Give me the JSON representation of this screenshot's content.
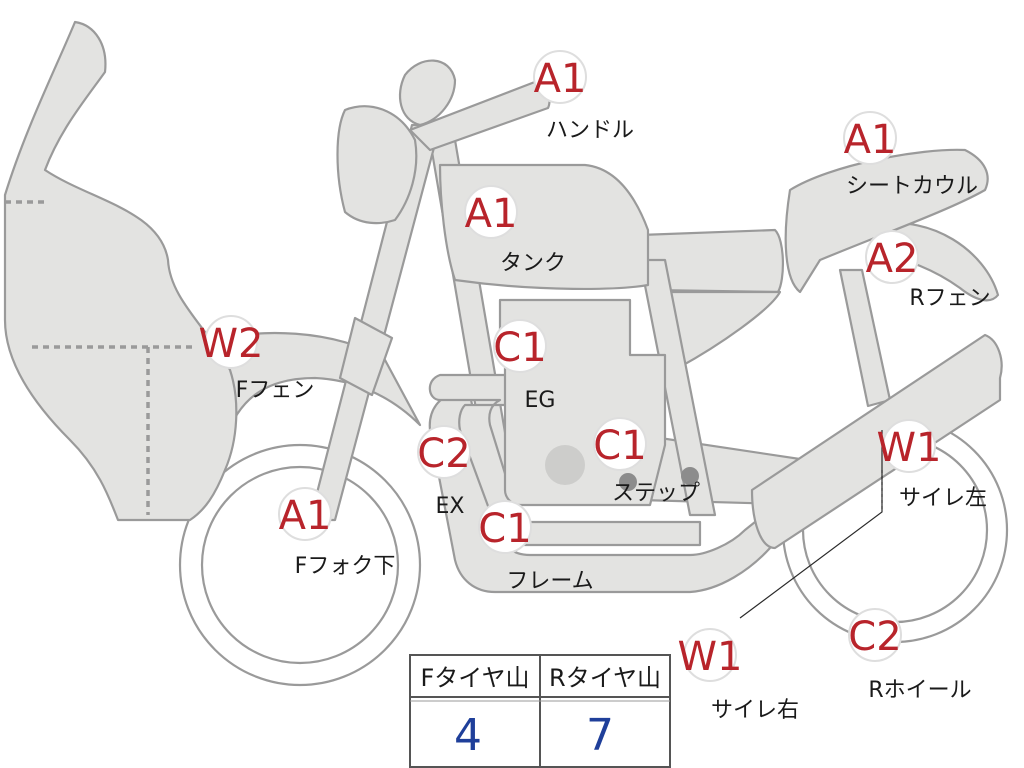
{
  "colors": {
    "code": "#b8242b",
    "body_fill": "#e3e3e1",
    "body_stroke": "#9a9a9a",
    "value": "#1f3f9a"
  },
  "labels": {
    "handle": {
      "code": "A1",
      "name": "ハンドル"
    },
    "tank": {
      "code": "A1",
      "name": "タンク"
    },
    "seat_cowl": {
      "code": "A1",
      "name": "シートカウル"
    },
    "r_fender": {
      "code": "A2",
      "name": "Rフェン"
    },
    "f_fender": {
      "code": "W2",
      "name": "Fフェン"
    },
    "engine": {
      "code": "C1",
      "name": "EG"
    },
    "exhaust": {
      "code": "C2",
      "name": "EX"
    },
    "step": {
      "code": "C1",
      "name": "ステップ"
    },
    "frame": {
      "code": "C1",
      "name": "フレーム"
    },
    "f_fork": {
      "code": "A1",
      "name": "Fフォク下"
    },
    "muffler_l": {
      "code": "W1",
      "name": "サイレ左"
    },
    "muffler_r": {
      "code": "W1",
      "name": "サイレ右"
    },
    "r_wheel": {
      "code": "C2",
      "name": "Rホイール"
    }
  },
  "tread_table": {
    "headers": [
      "Fタイヤ山",
      "Rタイヤ山"
    ],
    "values": [
      "4",
      "7"
    ]
  }
}
